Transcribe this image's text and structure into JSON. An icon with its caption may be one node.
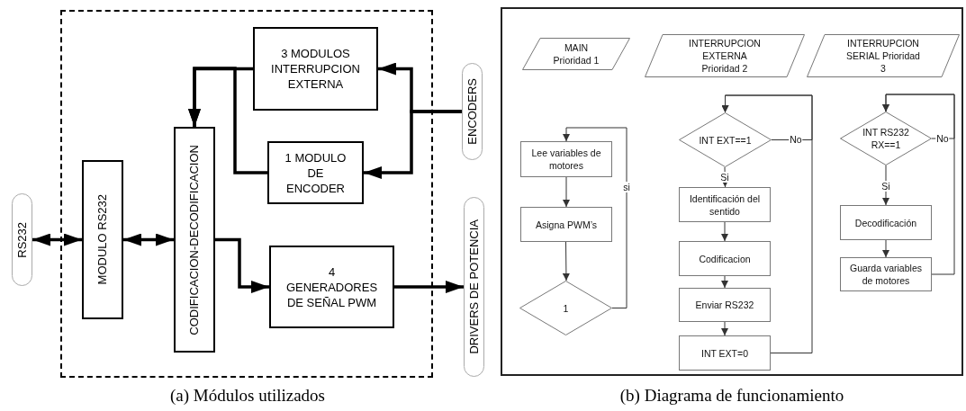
{
  "diagram": {
    "nodes": [
      {
        "text": [],
        "shape": "box"
      },
      {
        "text": [
          "RS232"
        ]
      },
      {
        "text": [
          "MODULO RS232"
        ],
        "in": 0
      },
      {
        "text": [
          "CODIFICACION-DECODIFICACION"
        ],
        "in": 0
      },
      {
        "text": [
          "3 MODULOS INTERRUPCION EXTERNA"
        ],
        "in": 0
      },
      {
        "text": [
          "1 MODULO DE ENCODER"
        ],
        "in": 0
      },
      {
        "text": [
          "4 GENERADORES DE SEÑAL PWM"
        ],
        "in": 0
      },
      {
        "text": [
          "ENCODERS"
        ]
      },
      {
        "text": [
          "DRIVERS DE POTENCIA"
        ]
      },
      {
        "text": [],
        "shape": "box"
      },
      {
        "text": [
          "MAIN Prioridad 1"
        ],
        "in": 9
      },
      {
        "text": [
          "INTERRUPCION EXTERNA Prioridad 2"
        ],
        "in": 9
      },
      {
        "text": [
          "INTERRUPCION SERIAL Prioridad 3"
        ],
        "in": 9
      },
      {
        "text": [
          "Lee variables de motores"
        ],
        "in": 9
      },
      {
        "text": [
          "Asigna PWM’s"
        ],
        "in": 9
      },
      {
        "text": [
          "1"
        ],
        "in": 9
      },
      {
        "text": [
          "INT EXT==1"
        ],
        "in": 9
      },
      {
        "text": [
          "Identificación del sentido"
        ],
        "in": 9
      },
      {
        "text": [
          "Codificacion"
        ],
        "in": 9
      },
      {
        "text": [
          "Enviar RS232"
        ],
        "in": 9
      },
      {
        "text": [
          "INT EXT=0"
        ],
        "in": 9
      },
      {
        "text": [
          "INT RS232 RX==1"
        ],
        "in": 9
      },
      {
        "text": [
          "Decodificación"
        ],
        "in": 9
      },
      {
        "text": [
          "Guarda variables de motores"
        ],
        "in": 9
      }
    ],
    "edges": [
      {
        "from": 1,
        "to": 2,
        "arrow": "both",
        "style": "thick"
      },
      {
        "from": 2,
        "to": 3,
        "arrow": "both",
        "style": "thick"
      },
      {
        "from": 4,
        "to": 3,
        "arrow": "to",
        "style": "thick"
      },
      {
        "from": 5,
        "to": 3,
        "arrow": "to",
        "style": "thick"
      },
      {
        "from": 7,
        "to": 4,
        "arrow": "to",
        "style": "thick"
      },
      {
        "from": 7,
        "to": 5,
        "arrow": "to",
        "style": "thick"
      },
      {
        "from": 3,
        "to": 6,
        "arrow": "to",
        "style": "thick"
      },
      {
        "from": 6,
        "to": 8,
        "arrow": "to",
        "style": "thick"
      },
      {
        "from": 13,
        "to": 14,
        "arrow": "to"
      },
      {
        "from": 14,
        "to": 15,
        "arrow": "to"
      },
      {
        "from": 15,
        "to": 13,
        "arrow": "to",
        "label": "si"
      },
      {
        "from": 16,
        "to": 17,
        "arrow": "to",
        "label": "Si"
      },
      {
        "from": 16,
        "to": 16,
        "arrow": "to",
        "label": "No"
      },
      {
        "from": 17,
        "to": 18,
        "arrow": "to"
      },
      {
        "from": 18,
        "to": 19,
        "arrow": "to"
      },
      {
        "from": 19,
        "to": 20,
        "arrow": "to"
      },
      {
        "from": 20,
        "to": 16,
        "arrow": "to"
      },
      {
        "from": 21,
        "to": 22,
        "arrow": "to",
        "label": "Si"
      },
      {
        "from": 21,
        "to": 21,
        "arrow": "to",
        "label": "No"
      },
      {
        "from": 22,
        "to": 23,
        "arrow": "to"
      },
      {
        "from": 23,
        "to": 21,
        "arrow": "to"
      }
    ],
    "labels": [
      "(a) Módulos utilizados",
      "(b) Diagrama de funcionamiento"
    ]
  }
}
